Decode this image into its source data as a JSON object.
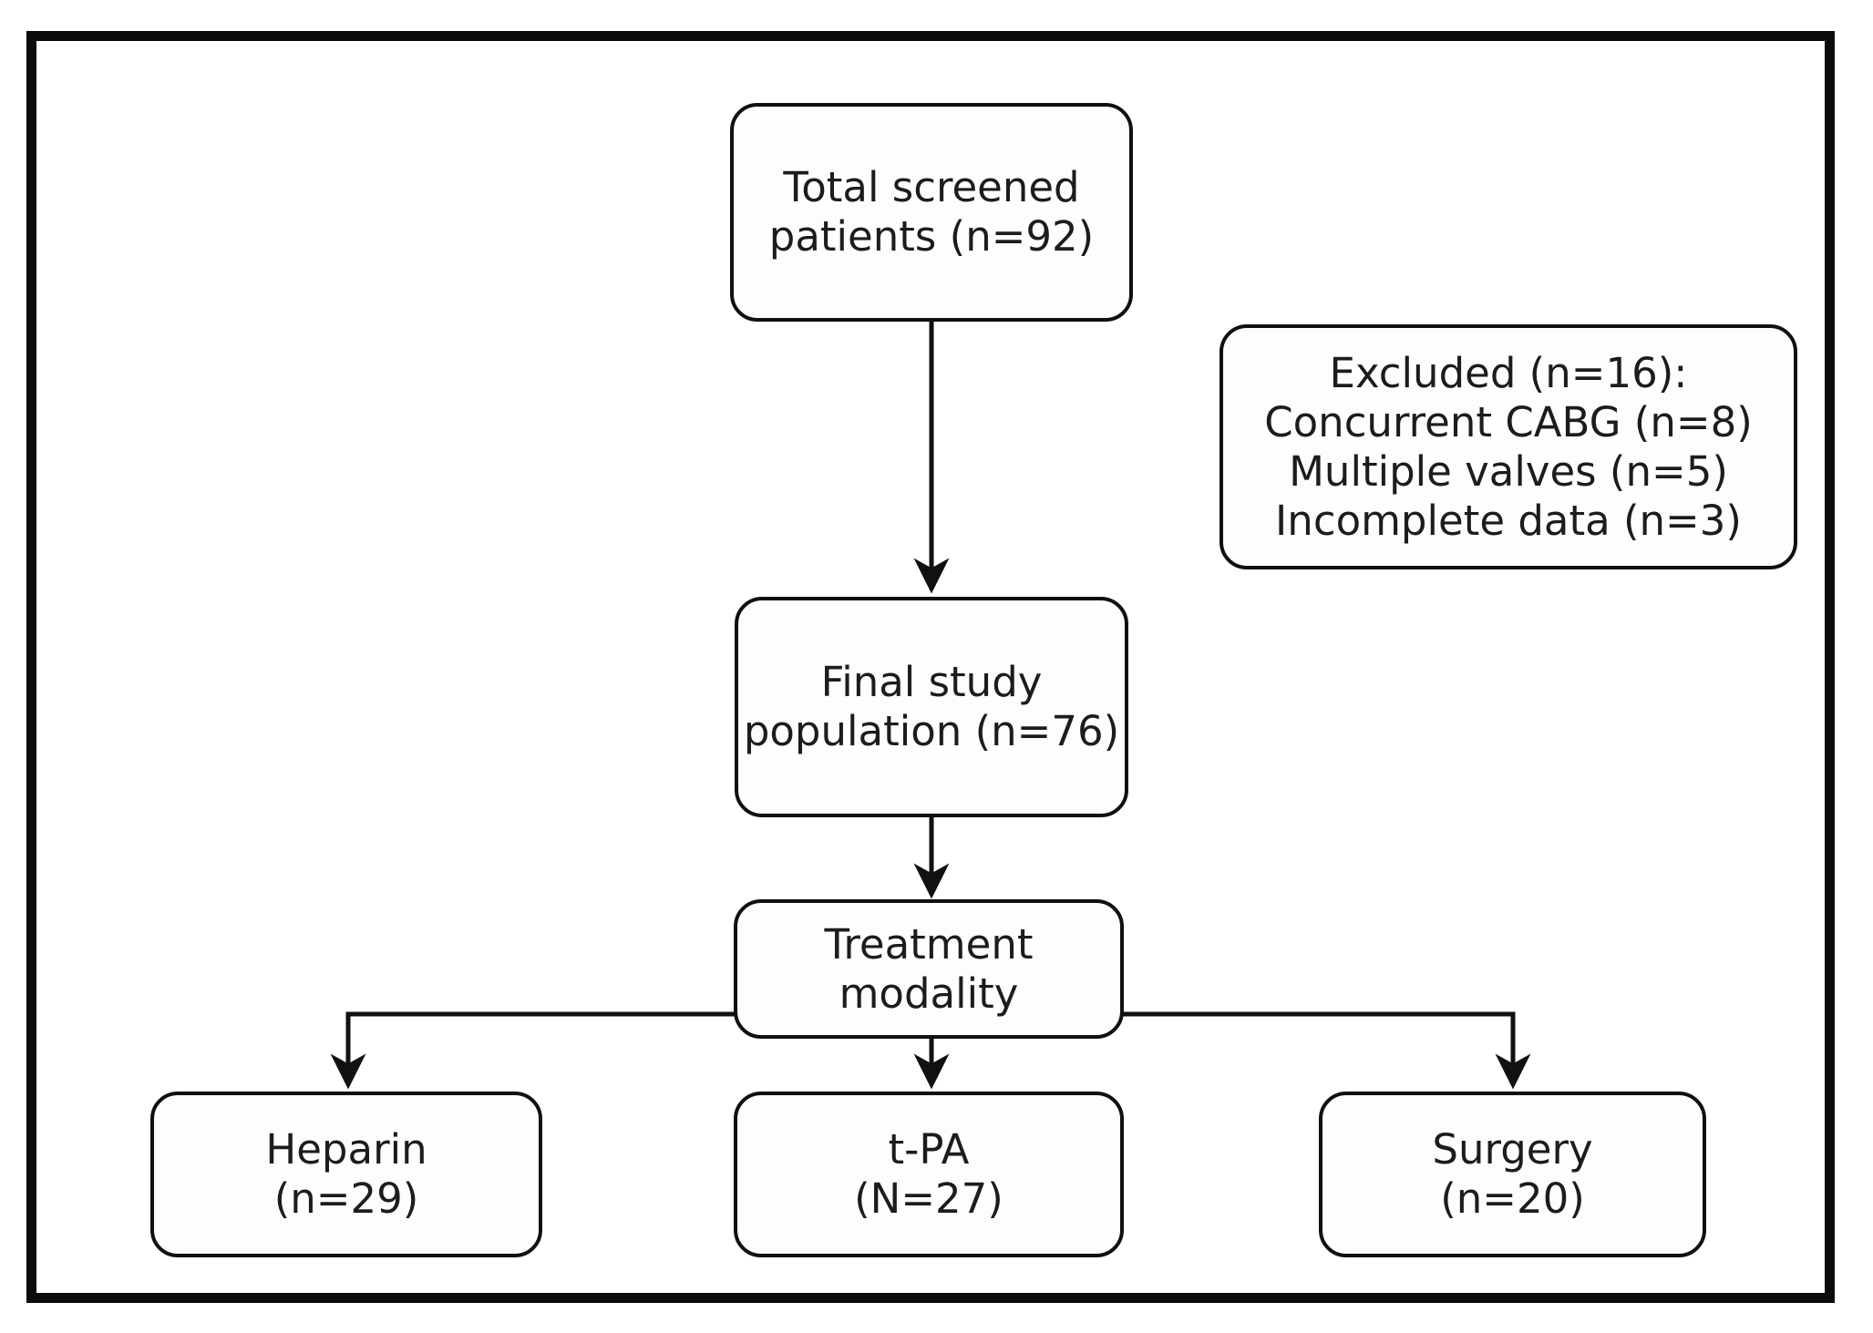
{
  "diagram": {
    "nodes": {
      "total_screened": {
        "text": "Total screened\npatients (n=92)"
      },
      "excluded": {
        "text": "Excluded (n=16):\nConcurrent CABG (n=8)\nMultiple valves (n=5)\nIncomplete data (n=3)"
      },
      "final_population": {
        "text": "Final study\npopulation (n=76)"
      },
      "treatment_modality": {
        "text": "Treatment\nmodality"
      },
      "heparin": {
        "text": "Heparin\n(n=29)"
      },
      "tpa": {
        "text": "t-PA\n(N=27)"
      },
      "surgery": {
        "text": "Surgery\n(n=20)"
      }
    },
    "colors": {
      "line": "#111111",
      "text": "#1c1c1c",
      "node_fill": "#fdfdfd",
      "frame_border": "#0b0b0b",
      "background": "#ffffff"
    }
  }
}
